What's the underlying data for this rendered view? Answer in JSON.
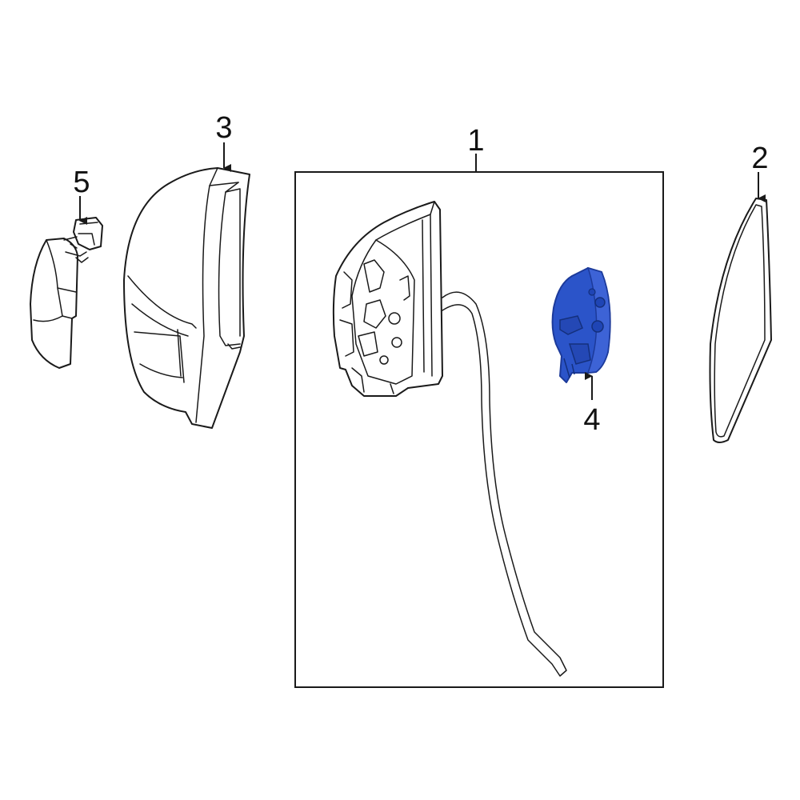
{
  "callouts": {
    "c1": "1",
    "c2": "2",
    "c3": "3",
    "c4": "4",
    "c5": "5"
  },
  "highlight_color": "#2b54c9",
  "highlight_dark": "#1c3a9a",
  "line_color": "#1a1a1a"
}
